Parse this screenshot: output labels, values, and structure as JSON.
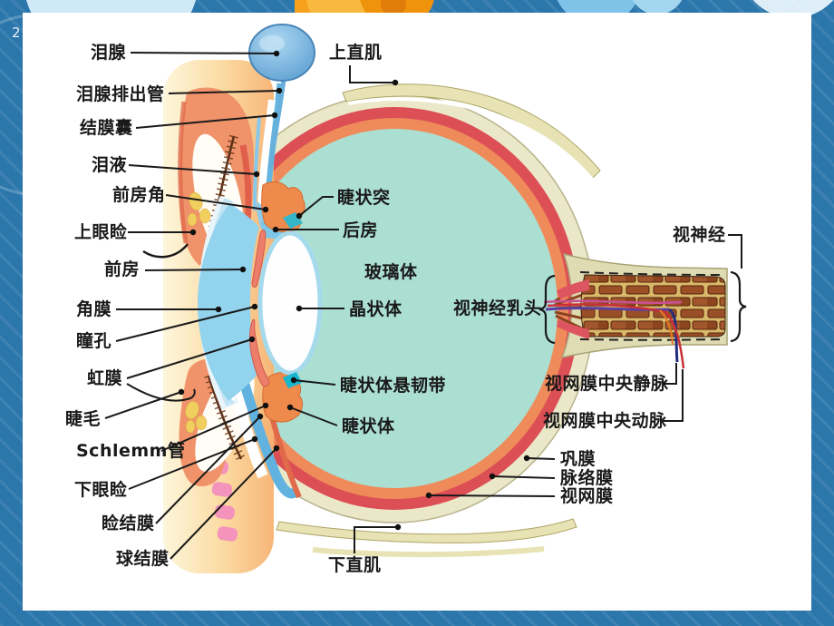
{
  "slide": {
    "page_number": "2"
  },
  "colors": {
    "frame_blue": "#2b76ab",
    "accent_orange": "#f6a21d",
    "panel_white": "#ffffff",
    "vitreous_teal": "#abdfd2",
    "sclera_cream": "#ebe8ca",
    "choroid_red": "#dc4f55",
    "retina_salmon": "#ef8a5a",
    "chamber_blue": "#92d3ee",
    "lens_white": "#fefefe",
    "label_black": "#1a1a1a"
  },
  "labels": [
    {
      "id": "lacrimal-gland",
      "text": "泪腺"
    },
    {
      "id": "lacrimal-duct",
      "text": "泪腺排出管"
    },
    {
      "id": "conjunctival-sac",
      "text": "结膜囊"
    },
    {
      "id": "tear-fluid",
      "text": "泪液"
    },
    {
      "id": "anterior-chamber-angle",
      "text": "前房角"
    },
    {
      "id": "upper-eyelid",
      "text": "上眼睑"
    },
    {
      "id": "anterior-chamber",
      "text": "前房"
    },
    {
      "id": "cornea",
      "text": "角膜"
    },
    {
      "id": "pupil",
      "text": "瞳孔"
    },
    {
      "id": "iris",
      "text": "虹膜"
    },
    {
      "id": "eyelash",
      "text": "睫毛"
    },
    {
      "id": "schlemm-canal",
      "text": "Schlemm管"
    },
    {
      "id": "lower-eyelid",
      "text": "下眼睑"
    },
    {
      "id": "palpebral-conjunctiva",
      "text": "睑结膜"
    },
    {
      "id": "bulbar-conjunctiva",
      "text": "球结膜"
    },
    {
      "id": "superior-rectus",
      "text": "上直肌"
    },
    {
      "id": "inferior-rectus",
      "text": "下直肌"
    },
    {
      "id": "ciliary-process",
      "text": "睫状突"
    },
    {
      "id": "posterior-chamber",
      "text": "后房"
    },
    {
      "id": "vitreous-body",
      "text": "玻璃体"
    },
    {
      "id": "lens",
      "text": "晶状体"
    },
    {
      "id": "ciliary-zonule",
      "text": "睫状体悬韧带"
    },
    {
      "id": "ciliary-body",
      "text": "睫状体"
    },
    {
      "id": "optic-nerve",
      "text": "视神经"
    },
    {
      "id": "optic-disc",
      "text": "视神经乳头"
    },
    {
      "id": "central-retinal-vein",
      "text": "视网膜中央静脉"
    },
    {
      "id": "central-retinal-artery",
      "text": "视网膜中央动脉"
    },
    {
      "id": "sclera",
      "text": "巩膜"
    },
    {
      "id": "choroid",
      "text": "脉络膜"
    },
    {
      "id": "retina",
      "text": "视网膜"
    }
  ]
}
